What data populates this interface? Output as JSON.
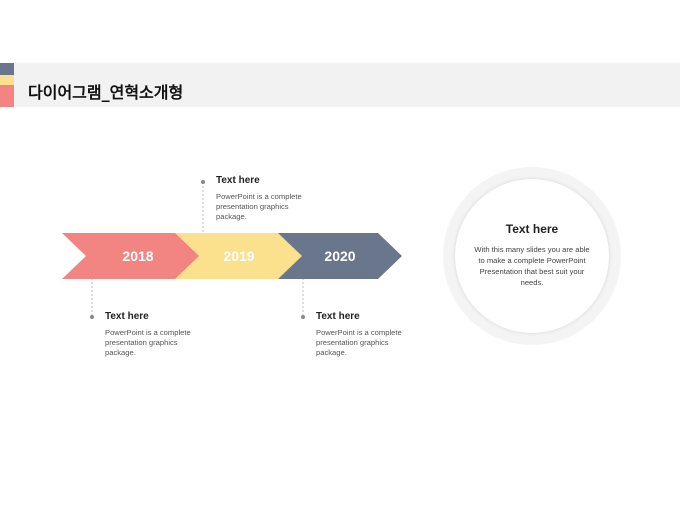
{
  "title": "다이어그램_연혁소개형",
  "colors": {
    "pink": "#F28482",
    "yellow": "#FBE08E",
    "slate": "#69768C",
    "title_bar": "#F2F2F2"
  },
  "timeline": [
    {
      "year": "2018",
      "color": "#F28482"
    },
    {
      "year": "2019",
      "color": "#FBE08E"
    },
    {
      "year": "2020",
      "color": "#69768C"
    }
  ],
  "callouts": [
    {
      "heading": "Text here",
      "text": "PowerPoint is a complete presentation graphics package."
    },
    {
      "heading": "Text here",
      "text": "PowerPoint is a complete presentation graphics package."
    },
    {
      "heading": "Text here",
      "text": "PowerPoint is a complete presentation graphics package."
    }
  ],
  "circle": {
    "heading": "Text here",
    "text": "With this many slides you are able to make a complete PowerPoint Presentation that best suit your needs."
  }
}
